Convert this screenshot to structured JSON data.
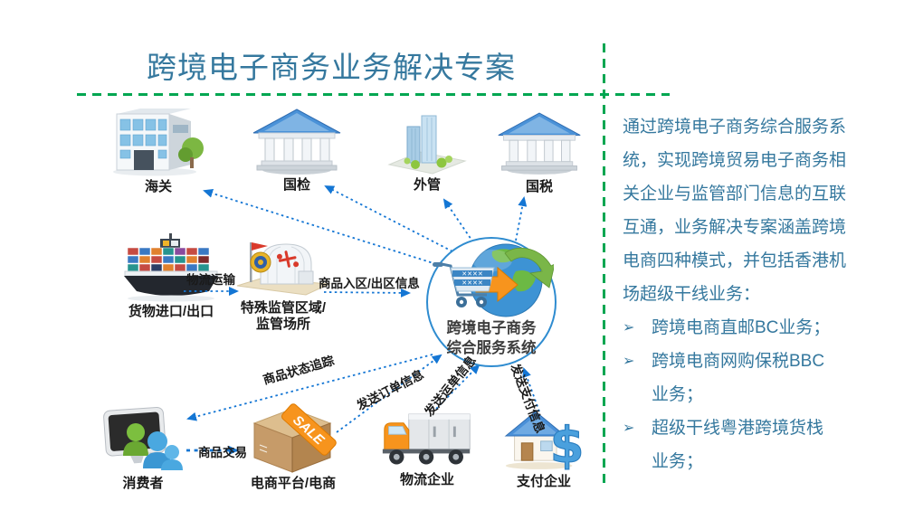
{
  "title": "跨境电子商务业务解决专案",
  "center": {
    "line1": "跨境电子商务",
    "line2": "综合服务系统"
  },
  "nodes": {
    "customs": "海关",
    "inspection": "国检",
    "forex": "外管",
    "tax": "国税",
    "cargo": "货物进口/出口",
    "zone_line1": "特殊监管区域/",
    "zone_line2": "监管场所",
    "consumer": "消费者",
    "platform": "电商平台/电商",
    "logistics": "物流企业",
    "payment": "支付企业"
  },
  "edges": {
    "logistics_transport": "物流运输",
    "zone_info": "商品入区/出区信息",
    "status_tracking": "商品状态追踪",
    "goods_trade": "商品交易",
    "order_info": "发送订单信息",
    "waybill_info": "发送运单信息",
    "payment_info": "发送支付信息"
  },
  "sale_badge": "SALE",
  "panel": {
    "paragraph": "通过跨境电子商务综合服务系统，实现跨境贸易电子商务相关企业与监管部门信息的互联互通，业务解决专案涵盖跨境电商四种模式，并包括香港机场超级干线业务：",
    "bullet_glyph": "➢",
    "bullets": [
      "跨境电商直邮BC业务；",
      "跨境电商网购保税BBC业务；",
      "超级干线粤港跨境货栈业务；"
    ]
  },
  "colors": {
    "title_text": "#35789E",
    "accent_green": "#00A651",
    "arrow_blue": "#1476D4",
    "circle_stroke": "#2F8CD0"
  }
}
